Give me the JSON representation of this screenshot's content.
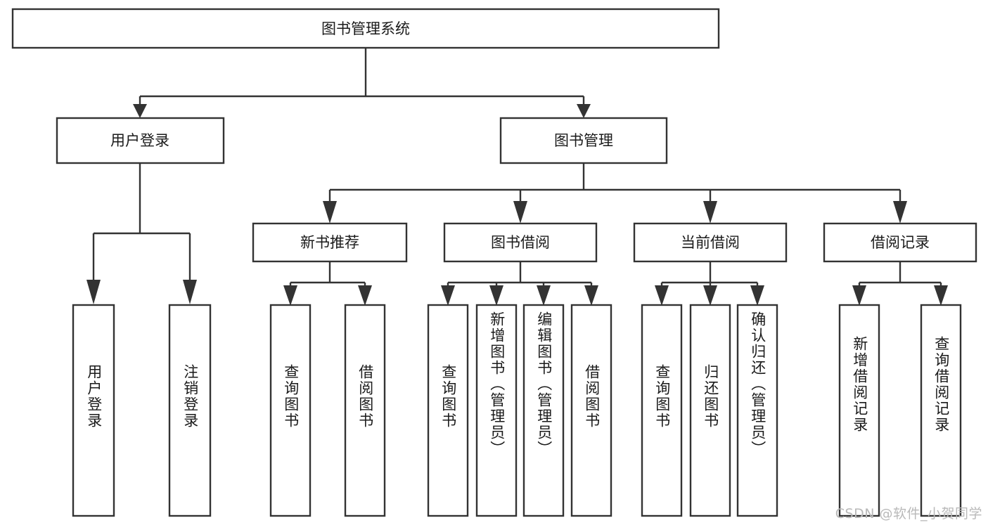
{
  "diagram": {
    "title": "图书管理系统",
    "type": "tree-hierarchy",
    "root": {
      "id": "root",
      "label": "图书管理系统",
      "orientation": "horizontal"
    },
    "level2": [
      {
        "id": "user-login",
        "label": "用户登录",
        "orientation": "horizontal"
      },
      {
        "id": "book-management",
        "label": "图书管理",
        "orientation": "horizontal"
      }
    ],
    "level3": [
      {
        "id": "new-book-recommend",
        "label": "新书推荐",
        "orientation": "horizontal",
        "parent": "book-management"
      },
      {
        "id": "book-borrow",
        "label": "图书借阅",
        "orientation": "horizontal",
        "parent": "book-management"
      },
      {
        "id": "current-borrow",
        "label": "当前借阅",
        "orientation": "horizontal",
        "parent": "book-management"
      },
      {
        "id": "borrow-record",
        "label": "借阅记录",
        "orientation": "horizontal",
        "parent": "book-management"
      }
    ],
    "leaves": [
      {
        "id": "leaf-user-login",
        "label": "用户登录",
        "parent": "user-login",
        "orientation": "vertical"
      },
      {
        "id": "leaf-user-logout",
        "label": "注销登录",
        "parent": "user-login",
        "orientation": "vertical"
      },
      {
        "id": "leaf-query-book-1",
        "label": "查询图书",
        "parent": "new-book-recommend",
        "orientation": "vertical"
      },
      {
        "id": "leaf-borrow-book-1",
        "label": "借阅图书",
        "parent": "new-book-recommend",
        "orientation": "vertical"
      },
      {
        "id": "leaf-query-book-2",
        "label": "查询图书",
        "parent": "book-borrow",
        "orientation": "vertical"
      },
      {
        "id": "leaf-add-book",
        "label": "新增图书（管理员）",
        "parent": "book-borrow",
        "orientation": "vertical"
      },
      {
        "id": "leaf-edit-book",
        "label": "编辑图书（管理员）",
        "parent": "book-borrow",
        "orientation": "vertical"
      },
      {
        "id": "leaf-borrow-book-2",
        "label": "借阅图书",
        "parent": "book-borrow",
        "orientation": "vertical"
      },
      {
        "id": "leaf-query-book-3",
        "label": "查询图书",
        "parent": "current-borrow",
        "orientation": "vertical"
      },
      {
        "id": "leaf-return-book",
        "label": "归还图书",
        "parent": "current-borrow",
        "orientation": "vertical"
      },
      {
        "id": "leaf-confirm-return",
        "label": "确认归还（管理员）",
        "parent": "current-borrow",
        "orientation": "vertical"
      },
      {
        "id": "leaf-add-record",
        "label": "新增借阅记录",
        "parent": "borrow-record",
        "orientation": "vertical"
      },
      {
        "id": "leaf-query-record",
        "label": "查询借阅记录",
        "parent": "borrow-record",
        "orientation": "vertical"
      }
    ],
    "colors": {
      "box_stroke": "#333333",
      "box_fill": "#ffffff",
      "text": "#1a1a1a",
      "connector": "#333333",
      "background": "#ffffff",
      "watermark": "#b9b9b9"
    }
  },
  "watermark": {
    "text": "CSDN @软件_小贺同学"
  }
}
